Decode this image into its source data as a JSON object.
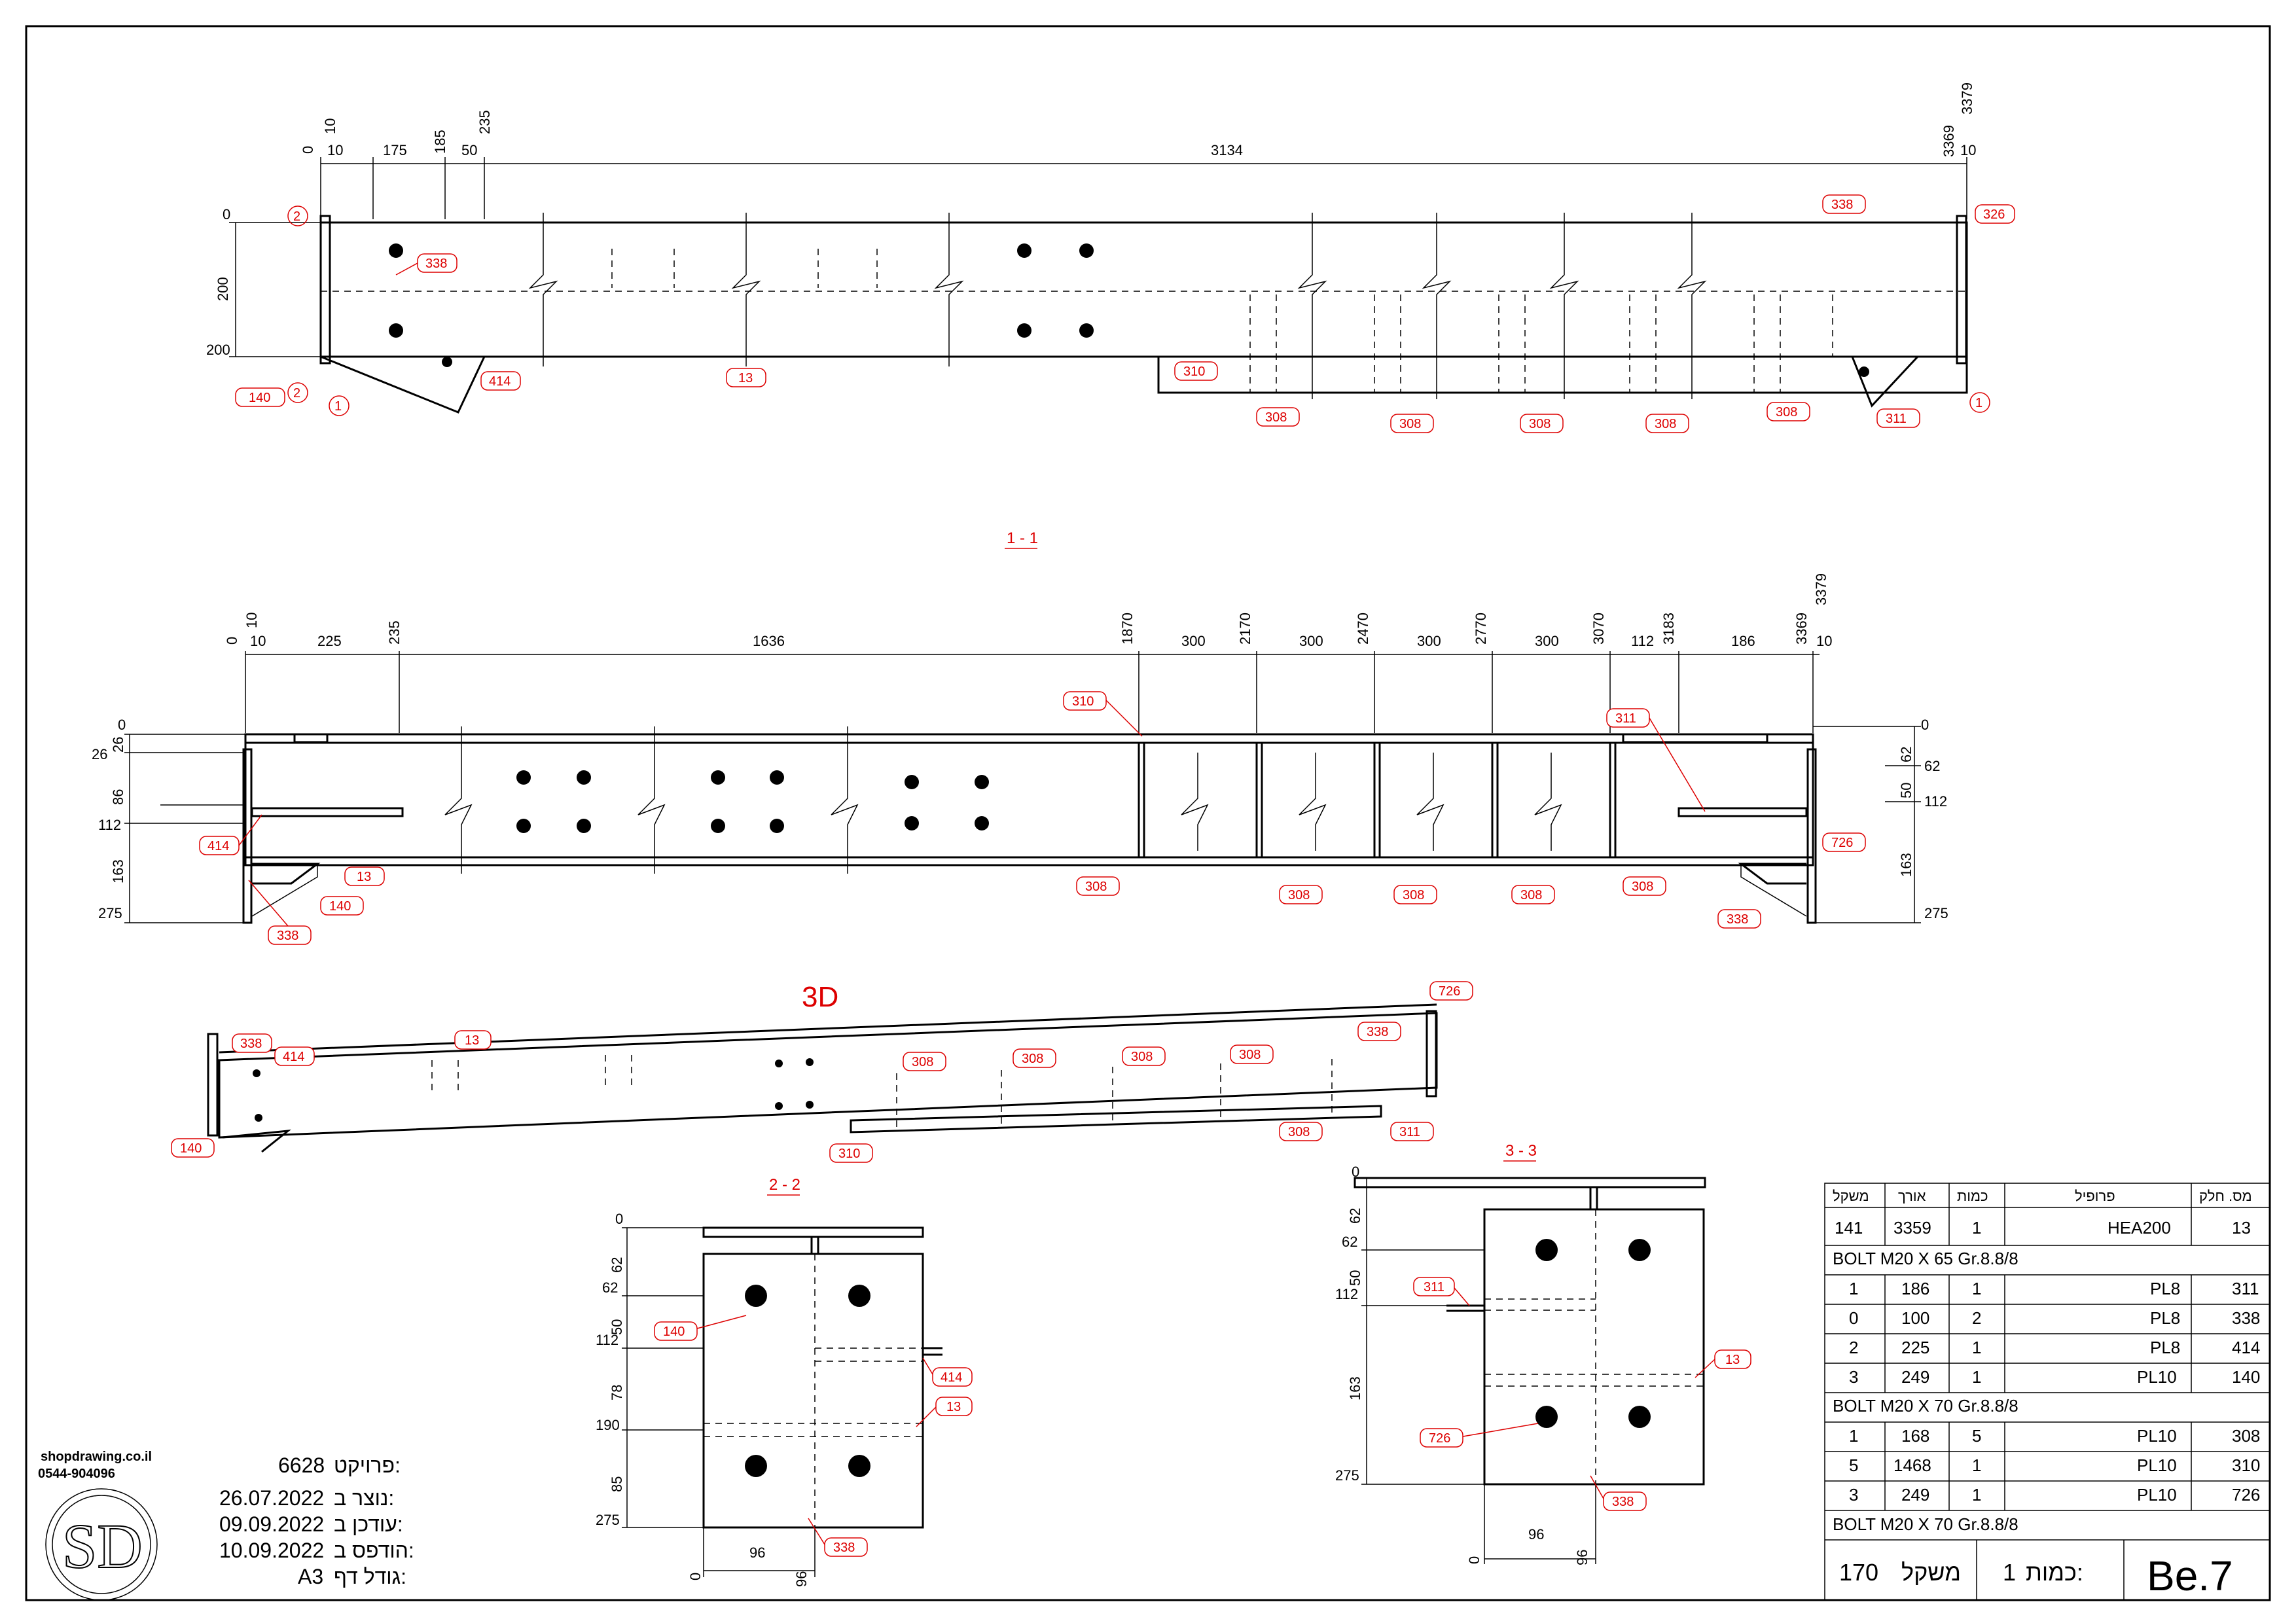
{
  "title_block": {
    "project_label": "פרויקט:",
    "project_value": "6628",
    "created_label": "נוצר ב:",
    "created_value": "26.07.2022",
    "updated_label": "עודכן ב:",
    "updated_value": "09.09.2022",
    "printed_label": "הודפס ב:",
    "printed_value": "10.09.2022",
    "sheet_size_label": "גודל דף:",
    "sheet_size_value": "A3",
    "website": "shopdrawing.co.il",
    "phone": "0544-904096",
    "logo_text": "SD"
  },
  "parts_table": {
    "headers": [
      "משקל",
      "אורך",
      "כמות",
      "פרופיל",
      "מס. חלק"
    ],
    "main_row": [
      "141",
      "3359",
      "1",
      "HEA200",
      "13"
    ],
    "bolt_group_1": "BOLT M20 X 65 Gr.8.8/8",
    "group_1_rows": [
      [
        "1",
        "186",
        "1",
        "PL8",
        "311"
      ],
      [
        "0",
        "100",
        "2",
        "PL8",
        "338"
      ],
      [
        "2",
        "225",
        "1",
        "PL8",
        "414"
      ],
      [
        "3",
        "249",
        "1",
        "PL10",
        "140"
      ]
    ],
    "bolt_group_2": "BOLT M20 X 70 Gr.8.8/8",
    "group_2_rows": [
      [
        "1",
        "168",
        "5",
        "PL10",
        "308"
      ],
      [
        "5",
        "1468",
        "1",
        "PL10",
        "310"
      ],
      [
        "3",
        "249",
        "1",
        "PL10",
        "726"
      ]
    ],
    "bolt_group_3": "BOLT M20 X 70 Gr.8.8/8",
    "weight_value": "170",
    "weight_label": "משקל",
    "qty_value": "1",
    "qty_label": "כמות:",
    "mark": "Be.7"
  },
  "views": {
    "top_view": {
      "dims_top": [
        "0",
        "10",
        "175",
        "185",
        "50",
        "235",
        "3134",
        "3369",
        "10",
        "3379"
      ],
      "dims_left": [
        "0",
        "200",
        "200"
      ],
      "tags": [
        "338",
        "414",
        "140",
        "13",
        "310",
        "308",
        "308",
        "308",
        "308",
        "308",
        "311",
        "338",
        "326"
      ],
      "section_markers": [
        "2",
        "2",
        "1",
        "1"
      ]
    },
    "section_1_1": {
      "label": "1 - 1",
      "dims_top": [
        "0",
        "10",
        "225",
        "235",
        "1636",
        "1870",
        "300",
        "2170",
        "300",
        "2470",
        "300",
        "2770",
        "300",
        "3070",
        "112",
        "3183",
        "186",
        "3369",
        "10",
        "3379"
      ],
      "dims_left": [
        "0",
        "26",
        "26",
        "86",
        "112",
        "163",
        "275"
      ],
      "dims_right": [
        "0",
        "62",
        "62",
        "50",
        "112",
        "163",
        "275"
      ],
      "tags": [
        "310",
        "311",
        "414",
        "13",
        "140",
        "338",
        "308",
        "308",
        "308",
        "308",
        "308",
        "726",
        "338"
      ]
    },
    "view_3d": {
      "label": "3D",
      "tags": [
        "338",
        "414",
        "13",
        "140",
        "310",
        "308",
        "308",
        "308",
        "308",
        "308",
        "338",
        "726",
        "311"
      ]
    },
    "section_2_2": {
      "label": "2 - 2",
      "dims_left": [
        "0",
        "62",
        "62",
        "50",
        "112",
        "78",
        "190",
        "85",
        "275"
      ],
      "dims_bottom": [
        "96",
        "0",
        "96"
      ],
      "tags": [
        "140",
        "414",
        "13",
        "338"
      ]
    },
    "section_3_3": {
      "label": "3 - 3",
      "dims_left": [
        "0",
        "62",
        "62",
        "50",
        "112",
        "163",
        "275"
      ],
      "dims_bottom": [
        "96",
        "0",
        "96"
      ],
      "tags": [
        "311",
        "13",
        "726",
        "338"
      ]
    }
  }
}
